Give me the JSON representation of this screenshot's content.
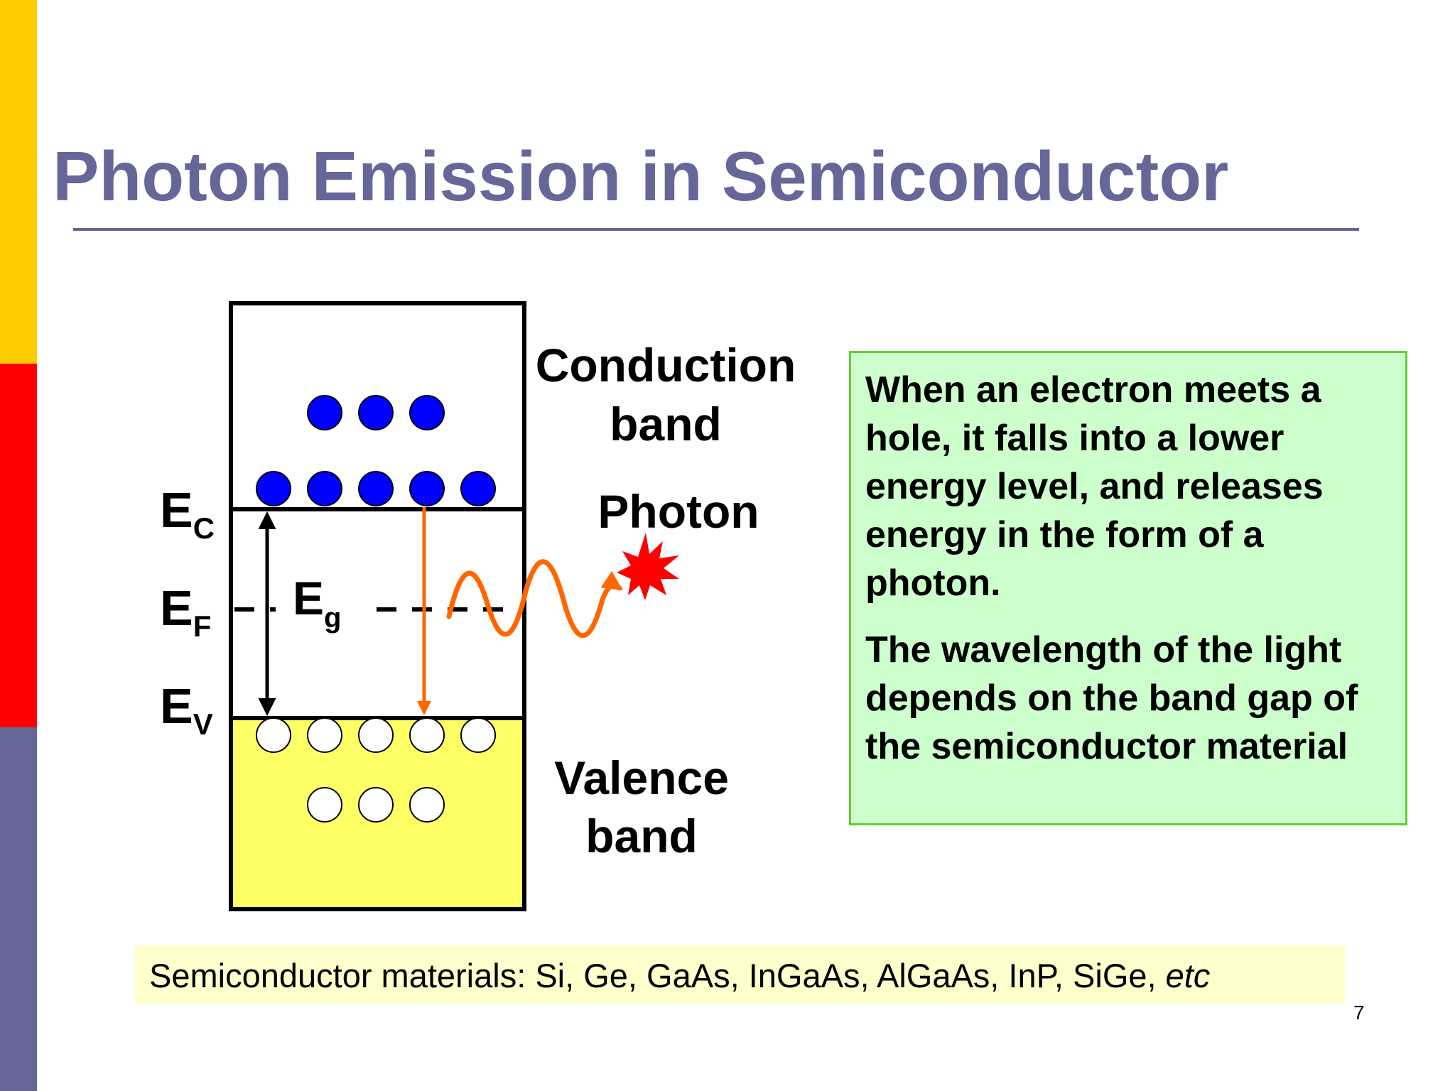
{
  "slide": {
    "title": "Photon Emission in Semiconductor",
    "page_number": "7",
    "accent_colors": {
      "title": "#666699",
      "stripe_top": "#ffcc00",
      "stripe_middle": "#ff0000",
      "stripe_bottom": "#666699",
      "text_box_fill": "#ccffcc",
      "text_box_border": "#66cc33",
      "valence_fill": "#ffff66",
      "electron": "#0000ff",
      "photon_path": "#ff6600",
      "photon_burst": "#ff0000"
    }
  },
  "diagram": {
    "labels": {
      "conduction_line1": "Conduction",
      "conduction_line2": "band",
      "photon": "Photon",
      "valence_line1": "Valence",
      "valence_line2": "band",
      "ec_main": "E",
      "ec_sub": "C",
      "ef_main": "E",
      "ef_sub": "F",
      "ev_main": "E",
      "ev_sub": "V",
      "eg_main": "E",
      "eg_sub": "g"
    },
    "electrons_count": 8,
    "holes_count": 8
  },
  "explanation": {
    "paragraph1": "When an electron meets a hole, it falls into a lower energy level, and releases energy in the form of a photon.",
    "paragraph2": "The wavelength of the light depends on the band gap of the semiconductor material"
  },
  "footer": {
    "materials_text": "Semiconductor materials: Si, Ge, GaAs, InGaAs, AlGaAs, InP, SiGe, ",
    "materials_etc": "etc"
  }
}
